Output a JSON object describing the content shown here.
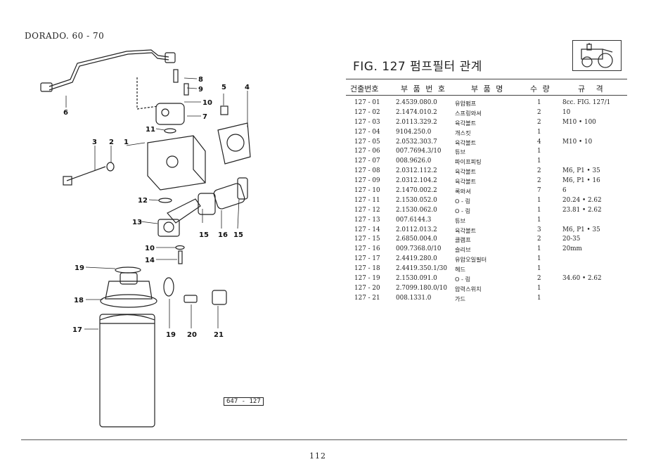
{
  "model": "DORADO. 60 - 70",
  "figure_title": "FIG. 127 펌프필터 관계",
  "plate_id": "647 - 127",
  "page_number": "112",
  "table": {
    "headers": [
      "건출번호",
      "부 품 번 호",
      "부 품 명",
      "수 량",
      "규 격"
    ],
    "rows": [
      {
        "ref": "127 - 01",
        "part": "2.4539.080.0",
        "name": "유압펌프",
        "qty": "1",
        "spec": "8cc. FIG. 127/1"
      },
      {
        "ref": "127 - 02",
        "part": "2.1474.010.2",
        "name": "스프링와셔",
        "qty": "2",
        "spec": "10"
      },
      {
        "ref": "127 - 03",
        "part": "2.0113.329.2",
        "name": "육각볼트",
        "qty": "2",
        "spec": "M10 • 100"
      },
      {
        "ref": "127 - 04",
        "part": "9104.250.0",
        "name": "개스킷",
        "qty": "1",
        "spec": ""
      },
      {
        "ref": "127 - 05",
        "part": "2.0532.303.7",
        "name": "육각볼트",
        "qty": "4",
        "spec": "M10 • 10"
      },
      {
        "ref": "127 - 06",
        "part": "007.7694.3/10",
        "name": "튜브",
        "qty": "1",
        "spec": ""
      },
      {
        "ref": "127 - 07",
        "part": "008.9626.0",
        "name": "파이프피팅",
        "qty": "1",
        "spec": ""
      },
      {
        "ref": "127 - 08",
        "part": "2.0312.112.2",
        "name": "육각볼트",
        "qty": "2",
        "spec": "M6, P1 • 35"
      },
      {
        "ref": "127 - 09",
        "part": "2.0312.104.2",
        "name": "육각볼트",
        "qty": "2",
        "spec": "M6, P1 • 16"
      },
      {
        "ref": "127 - 10",
        "part": "2.1470.002.2",
        "name": "록와셔",
        "qty": "7",
        "spec": "6"
      },
      {
        "ref": "127 - 11",
        "part": "2.1530.052.0",
        "name": "O - 링",
        "qty": "1",
        "spec": "20.24 • 2.62"
      },
      {
        "ref": "127 - 12",
        "part": "2.1530.062.0",
        "name": "O - 링",
        "qty": "1",
        "spec": "23.81 • 2.62"
      },
      {
        "ref": "127 - 13",
        "part": "007.6144.3",
        "name": "튜브",
        "qty": "1",
        "spec": ""
      },
      {
        "ref": "127 - 14",
        "part": "2.0112.013.2",
        "name": "육각볼트",
        "qty": "3",
        "spec": "M6, P1 • 35"
      },
      {
        "ref": "127 - 15",
        "part": "2.6850.004.0",
        "name": "클램프",
        "qty": "2",
        "spec": "20-35"
      },
      {
        "ref": "127 - 16",
        "part": "009.7368.0/10",
        "name": "슬리브",
        "qty": "1",
        "spec": "20mm"
      },
      {
        "ref": "127 - 17",
        "part": "2.4419.280.0",
        "name": "유압오일필터",
        "qty": "1",
        "spec": ""
      },
      {
        "ref": "127 - 18",
        "part": "2.4419.350.1/30",
        "name": "헤드",
        "qty": "1",
        "spec": ""
      },
      {
        "ref": "127 - 19",
        "part": "2.1530.091.0",
        "name": "O - 링",
        "qty": "2",
        "spec": "34.60 • 2.62"
      },
      {
        "ref": "127 - 20",
        "part": "2.7099.180.0/10",
        "name": "압력스위치",
        "qty": "1",
        "spec": ""
      },
      {
        "ref": "127 - 21",
        "part": "008.1331.0",
        "name": "가드",
        "qty": "1",
        "spec": ""
      }
    ]
  },
  "callouts": [
    "6",
    "8",
    "9",
    "10",
    "7",
    "11",
    "5",
    "4",
    "3",
    "2",
    "1",
    "12",
    "13",
    "15",
    "16",
    "15",
    "10",
    "14",
    "19",
    "18",
    "17",
    "19",
    "20",
    "21"
  ],
  "icons": {
    "tractor": "tractor-icon"
  }
}
